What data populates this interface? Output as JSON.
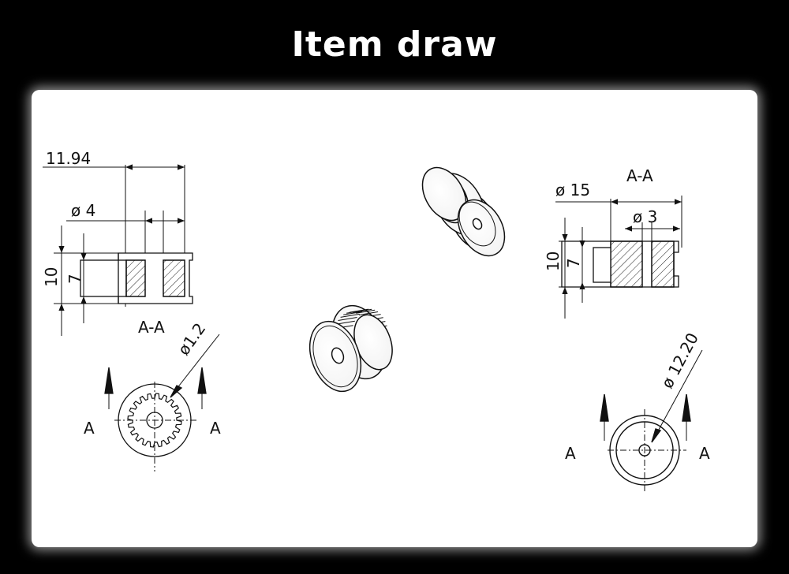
{
  "header": {
    "title": "Item draw"
  },
  "drawing": {
    "colors": {
      "background": "#000000",
      "panel": "#ffffff",
      "line": "#111111"
    },
    "left_section": {
      "dim_length": "11.94",
      "dim_bore": "ø 4",
      "dim_height_outer": "10",
      "dim_height_inner": "7",
      "section_label": "A-A"
    },
    "left_front": {
      "dim_tooth": "ø1.2",
      "cut_label_left": "A",
      "cut_label_right": "A"
    },
    "right_section": {
      "section_label": "A-A",
      "dim_outer": "ø 15",
      "dim_bore": "ø 3",
      "dim_height_outer": "10",
      "dim_height_inner": "7"
    },
    "right_front": {
      "dim_diameter": "ø 12.20",
      "cut_label_left": "A",
      "cut_label_right": "A"
    }
  }
}
